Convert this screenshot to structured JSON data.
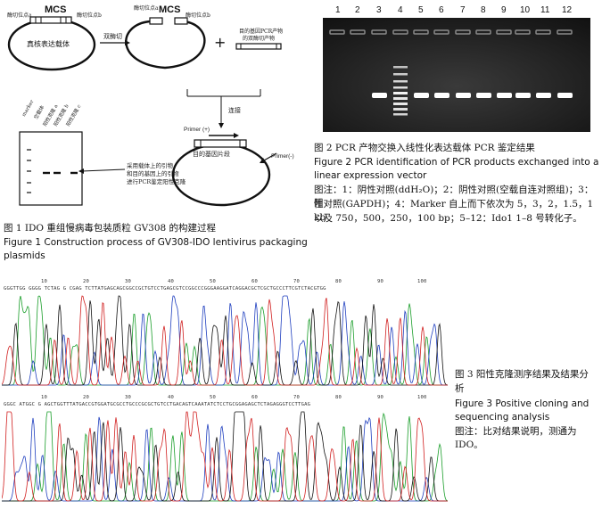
{
  "fig1": {
    "mcs_left": "MCS",
    "mcs_right": "MCS",
    "site_a_1": "酶切位点a",
    "site_b_1": "酶切位点b",
    "site_a_2": "酶切位点a",
    "site_b_2": "酶切位点b",
    "vector_label": "真核表达载体",
    "double_digest": "双酶切",
    "plus": "+",
    "target_pcr": "目的基因PCR产物",
    "target_pcr2": "的双酶切产物",
    "ligation": "连接",
    "primer_plus": "Primer (+)",
    "primer_minus": "Primer(-)",
    "insert_label": "目的基因片段",
    "lane_marker": "marker",
    "lane_empty": "空载体",
    "lane_pos_a": "阳性克隆 a",
    "lane_pos_b": "阳性克隆 b",
    "lane_pos_c": "阳性克隆 c",
    "note1": "采用载体上的引物",
    "note2": "和目的基因上的引物",
    "note3": "进行PCR鉴定阳性克隆",
    "caption_cn": "图 1   IDO 重组慢病毒包装质粒 GV308 的构建过程",
    "caption_en1": "Figure 1   Construction process of GV308-IDO lentivirus packaging",
    "caption_en2": "plasmids"
  },
  "fig2": {
    "lanes": [
      "1",
      "2",
      "3",
      "4",
      "5",
      "6",
      "7",
      "8",
      "9",
      "10",
      "11",
      "12"
    ],
    "caption_cn": "图 2   PCR 产物交换入线性化表达载体 PCR 鉴定结果",
    "caption_en1": "Figure 2   PCR identification of PCR products exchanged into a",
    "caption_en2": "linear expression vector",
    "note1": "图注：1：阴性对照(ddH₂O)；2：阴性对照(空载自连对照组)；3：阳",
    "note2": "性对照(GAPDH)；4：Marker 自上而下依次为 5，3，2，1.5，1 kb",
    "note3": "以及 750，500，250，100 bp；5–12：Ido1 1–8 号转化子。"
  },
  "fig3": {
    "seq1": "GGGTTGG GGGG TCTAG G  CGAG TCTTATGAGCAGCGGCCGCTGTCCTGAGCGTCCGGCCCGGGAAGGATCAGGACGCTCGCTGCCCTTCGTCTACGTGG",
    "seq2": "GGGC ATGGC G AGCTGGTTTATGACCGTGGATGCGCCTGCCCGCGCTGTCCTGACAGTCAAATATCTCCTGCGGAGAGCTCTAGAGGGTCCTTGAG",
    "ticks1": [
      "10",
      "20",
      "30",
      "40",
      "50",
      "60",
      "70",
      "80",
      "90",
      "100"
    ],
    "ticks2": [
      "10",
      "20",
      "30",
      "40",
      "50",
      "60",
      "70",
      "80",
      "90",
      "100"
    ],
    "caption_cn": "图 3   阳性克隆测序结果及结果分",
    "caption_cn2": "析",
    "caption_en1": "Figure 3   Positive cloning and",
    "caption_en2": "sequencing analysis",
    "note": "图注：比对结果说明，测通为 IDO。"
  }
}
